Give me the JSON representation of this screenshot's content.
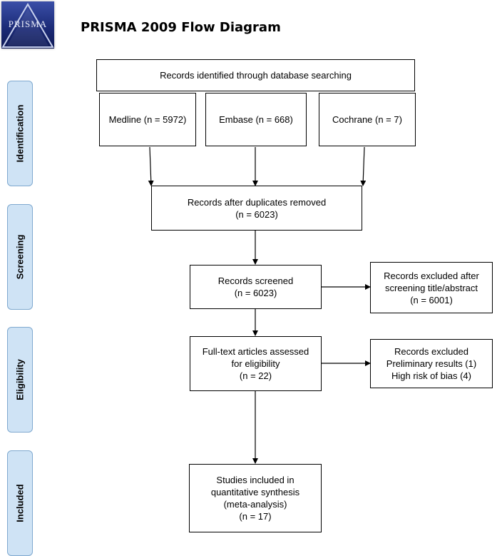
{
  "header": {
    "logo_text": "PRISMA",
    "title": "PRISMA 2009 Flow Diagram"
  },
  "phases": {
    "identification": "Identification",
    "screening": "Screening",
    "eligibility": "Eligibility",
    "included": "Included"
  },
  "boxes": {
    "database_search": "Records identified through database searching",
    "medline": "Medline (n = 5972)",
    "embase": "Embase (n = 668)",
    "cochrane": "Cochrane (n = 7)",
    "after_duplicates": [
      "Records after duplicates removed",
      "(n = 6023)"
    ],
    "screened": [
      "Records screened",
      "(n = 6023)"
    ],
    "excluded_screening": [
      "Records excluded after",
      "screening title/abstract",
      "(n = 6001)"
    ],
    "fulltext": [
      "Full-text articles assessed",
      "for eligibility",
      "(n = 22)"
    ],
    "excluded_fulltext": [
      "Records excluded",
      "Preliminary results (1)",
      "High risk of bias (4)"
    ],
    "included": [
      "Studies included in",
      "quantitative synthesis",
      "(meta-analysis)",
      "(n = 17)"
    ]
  }
}
